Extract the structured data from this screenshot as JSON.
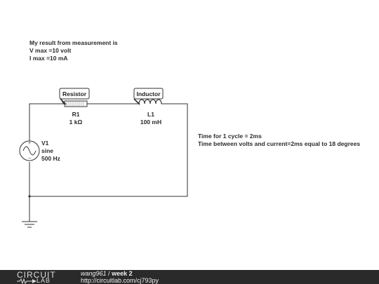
{
  "notes": {
    "line1": "My result from measurement is",
    "line2": "V max =10 volt",
    "line3": "I max =10 mA",
    "timing1": "Time for 1 cycle = 2ms",
    "timing2": "Time between volts and current=2ms equal to 18 degrees"
  },
  "components": {
    "resistor": {
      "probe": "Resistor",
      "name": "R1",
      "value": "1 kΩ"
    },
    "inductor": {
      "probe": "Inductor",
      "name": "L1",
      "value": "100 mH"
    },
    "source": {
      "name": "V1",
      "type": "sine",
      "freq": "500 Hz"
    }
  },
  "footer": {
    "logo_top": "CIRCUIT",
    "logo_bottom": "LAB",
    "user": "wang961",
    "separator": " / ",
    "project": "week 2",
    "url": "http://circuitlab.com/cj793py"
  },
  "colors": {
    "wire": "#333333",
    "footer_bg": "#2a2a2a"
  }
}
